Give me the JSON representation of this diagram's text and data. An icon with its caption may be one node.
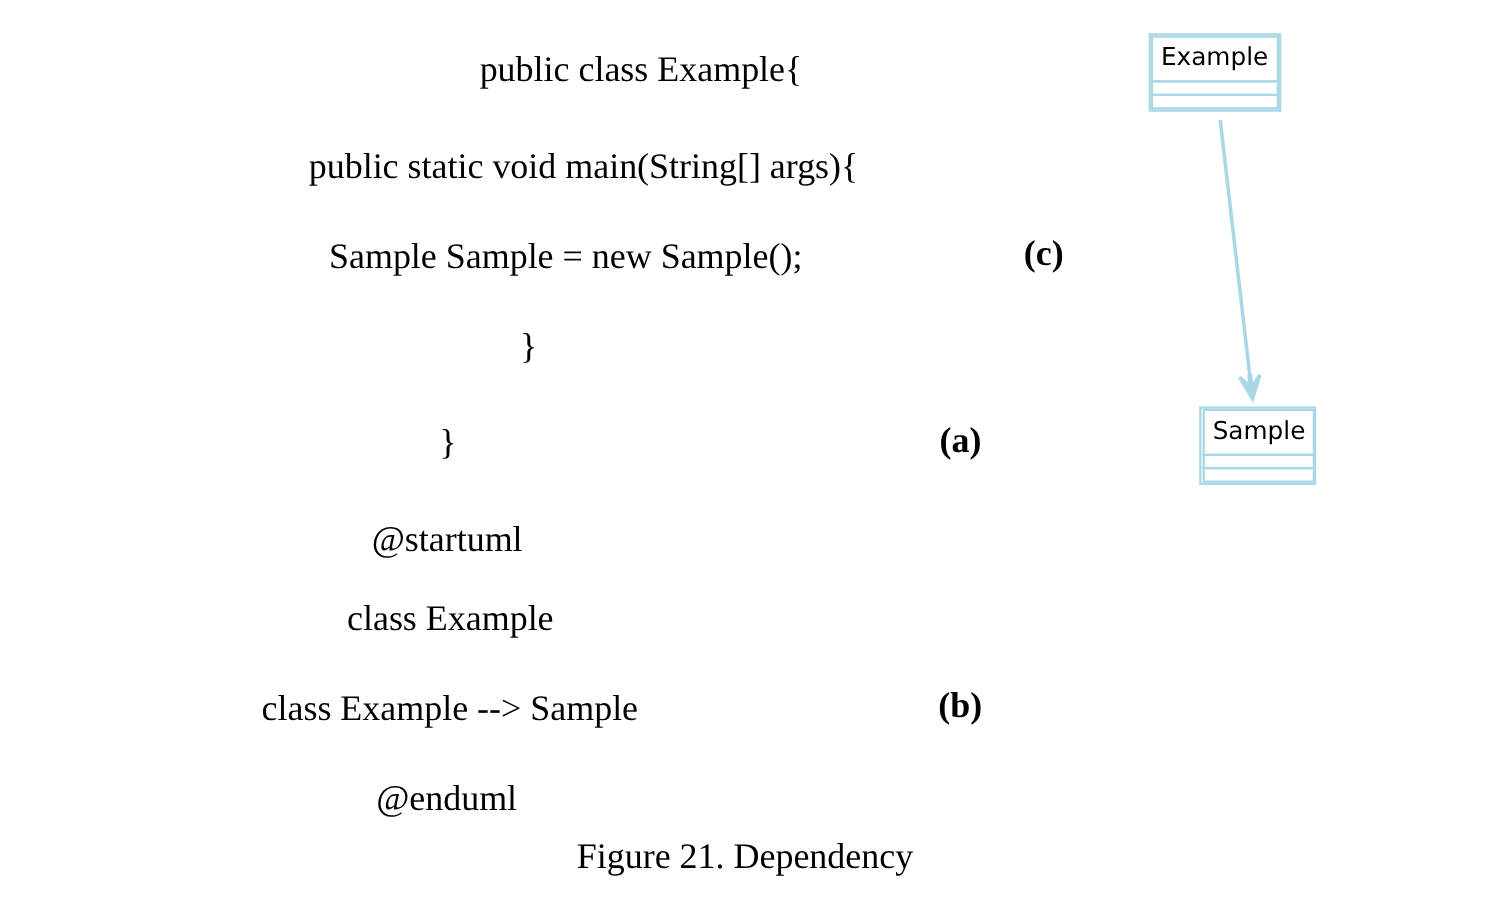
{
  "diagram": {
    "caption": "Figure 21. Dependency",
    "nodes": [
      {
        "text": [
          "Example"
        ]
      },
      {
        "text": [
          "Sample"
        ]
      }
    ],
    "edges": [
      {
        "from": 0,
        "to": 1,
        "arrow": "to"
      }
    ],
    "labels": [
      "public class Example{",
      "public static void main(String[] args){",
      "Sample Sample = new Sample();",
      "}",
      "}",
      "@startuml",
      "class Example",
      "class Example --> Sample",
      "@enduml",
      "(a)",
      "(b)",
      "(c)"
    ]
  }
}
